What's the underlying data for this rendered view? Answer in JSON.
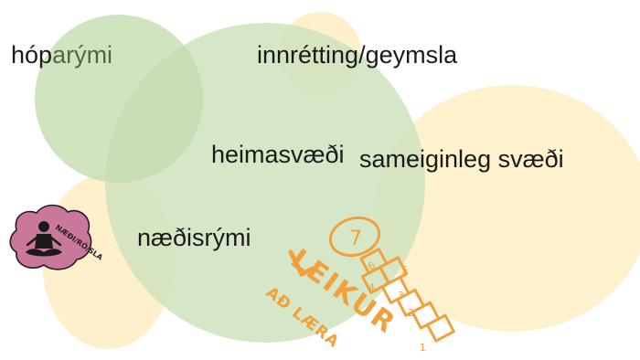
{
  "labels": {
    "hoparymi_a": "hóp",
    "hoparymi_b": "arými",
    "innretting": "innrétting/geymsla",
    "heimasvaedi": "heimasvæði",
    "sameiginleg": "sameiginleg svæði",
    "naedisrymi": "næðisrými"
  },
  "badge": {
    "text": "NÆÐI/RÓ/SLA"
  },
  "hopscotch": {
    "numbers": [
      "7",
      "6",
      "5",
      "4",
      "3",
      "2",
      "1"
    ],
    "title": "LEIKUR",
    "subtitle": "AÐ LÆRA"
  },
  "colors": {
    "green": "#cfe3bd",
    "green_dark": "#b4d09a",
    "yellow": "#fdeec5",
    "orange": "#f0a13c",
    "pink": "#c9789b",
    "pink_dark": "#8a3a5e"
  }
}
